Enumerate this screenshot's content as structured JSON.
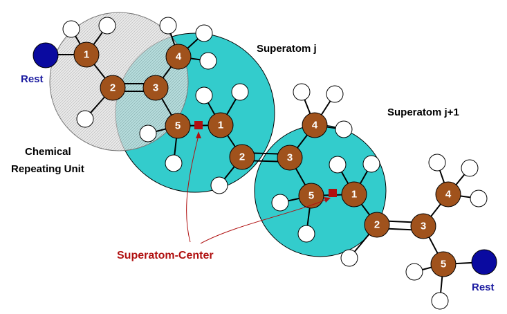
{
  "labels": {
    "superatom_j": "Superatom j",
    "superatom_j1": "Superatom j+1",
    "chemical_repeating_unit_line1": "Chemical",
    "chemical_repeating_unit_line2": "Repeating Unit",
    "rest_left": "Rest",
    "rest_right": "Rest",
    "superatom_center": "Superatom-Center"
  },
  "atom_numbers": {
    "unit_a": [
      "1",
      "2",
      "3",
      "4",
      "5"
    ],
    "unit_b": [
      "1",
      "2",
      "3",
      "4",
      "5"
    ],
    "unit_c": [
      "1",
      "2",
      "3",
      "4",
      "5"
    ]
  },
  "colors": {
    "carbon": "#a0521c",
    "superatom_fill": "#33cccc",
    "repeat_unit_fill": "#d6d6d6",
    "rest": "#0a0aa0",
    "center_marker": "#b01010",
    "center_label": "#b01010",
    "rest_label": "#1a1aa0",
    "hydrogen": "#ffffff"
  }
}
